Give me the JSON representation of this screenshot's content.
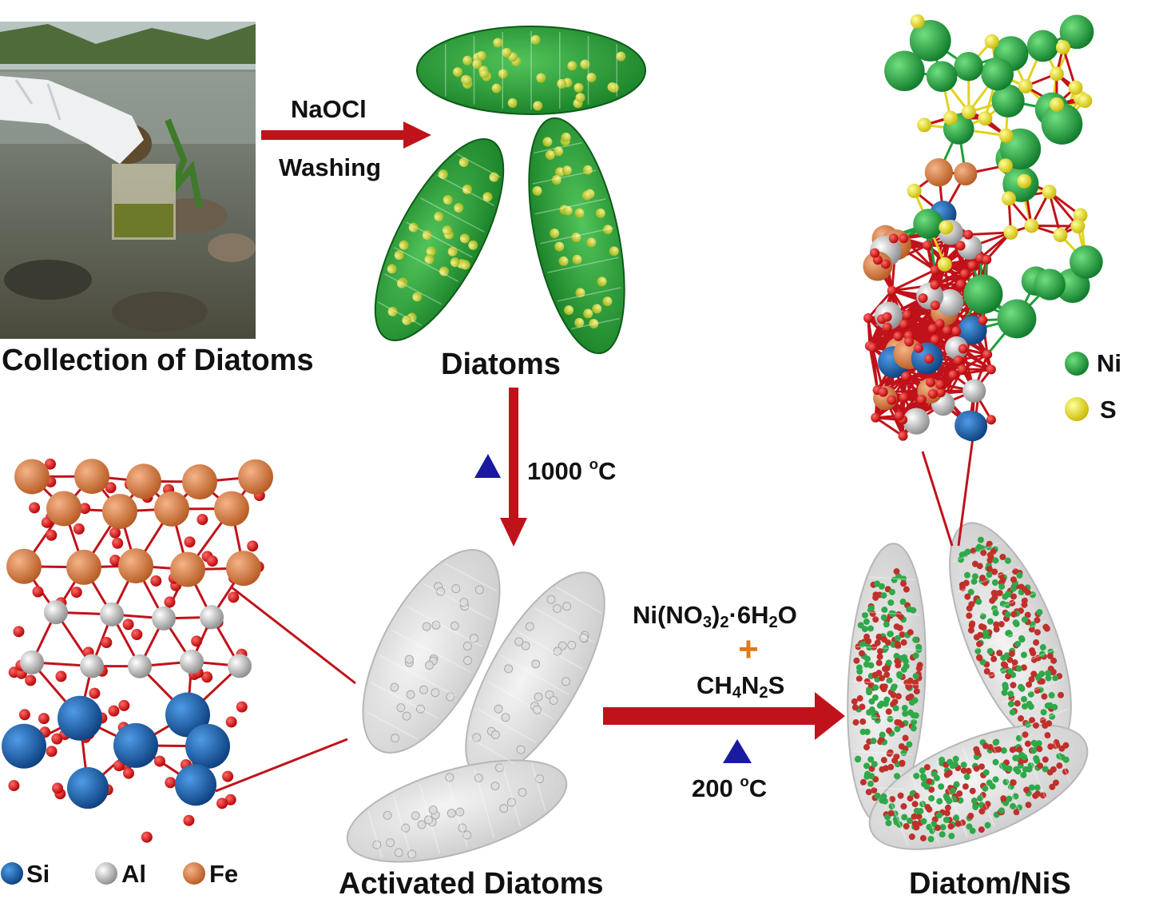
{
  "labels": {
    "collection": "Collection of Diatoms",
    "diatoms": "Diatoms",
    "activated": "Activated Diatoms",
    "product": "Diatom/NiS"
  },
  "step1": {
    "reagent": "NaOCl",
    "process": "Washing"
  },
  "step2": {
    "temp_value": "1000",
    "temp_sup": "o",
    "temp_unit": "C"
  },
  "step3": {
    "reagent1": {
      "a": "Ni(NO",
      "b": "3",
      "c": ")",
      "d": "2",
      "e": "·6H",
      "f": "2",
      "g": "O"
    },
    "plus": "+",
    "reagent2": {
      "a": "CH",
      "b": "4",
      "c": "N",
      "d": "2",
      "e": "S"
    },
    "temp_value": "200",
    "temp_sup": "o",
    "temp_unit": "C"
  },
  "legend_left": [
    {
      "symbol": "Si",
      "color": "#1565c0"
    },
    {
      "symbol": "Al",
      "color": "#c8c8c8"
    },
    {
      "symbol": "Fe",
      "color": "#d9773a"
    }
  ],
  "legend_right": [
    {
      "symbol": "Ni",
      "color": "#1f9e3c"
    },
    {
      "symbol": "S",
      "color": "#f2e21b"
    }
  ],
  "colors": {
    "arrow": "#c0121a",
    "heat_triangle": "#1a1aa0",
    "plus": "#e07a12",
    "diatom_green": "#1a9e2e",
    "activated_grey": "#e4e4e4"
  }
}
